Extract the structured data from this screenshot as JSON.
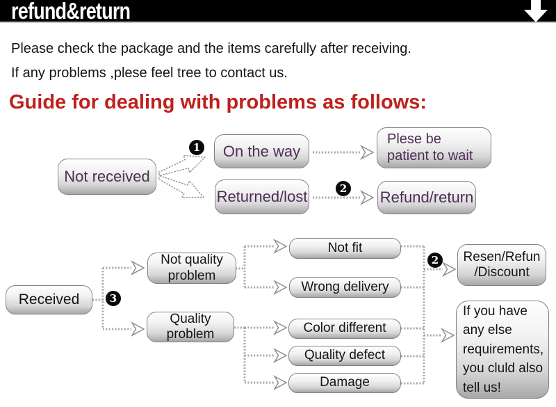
{
  "banner": {
    "title": "refund&return",
    "bg": "#000000",
    "fg": "#ffffff"
  },
  "intro": {
    "line1": "Please check the package and the items carefully after receiving.",
    "line2": "If any problems ,plese feel tree to contact us."
  },
  "heading": {
    "text": "Guide for dealing with problems as follows:",
    "color": "#bf201c"
  },
  "badges": {
    "one": "1",
    "two": "2",
    "three": "3"
  },
  "flow1": {
    "not_received": "Not received",
    "on_the_way": "On the way",
    "returned_lost": "Returned/lost",
    "please_wait": [
      "Plese be",
      "patient to wait"
    ],
    "refund_return": "Refund/return"
  },
  "flow2": {
    "received": "Received",
    "not_quality_problem": [
      "Not quality",
      "problem"
    ],
    "quality_problem": [
      "Quality",
      "problem"
    ],
    "not_fit": "Not fit",
    "wrong_delivery": "Wrong delivery",
    "color_different": "Color different",
    "quality_defect": "Quality defect",
    "damage": "Damage",
    "resend_refund_discount": [
      "Resen/Refun",
      "/Discount"
    ],
    "more_requirements": [
      "If you have",
      "any else",
      "requirements,",
      "you cluld also",
      "tell us!"
    ]
  },
  "colors": {
    "flow1_text": "#4e2d55",
    "flow2_text": "#141414",
    "node_border": "#828282",
    "connector": "#a6a6a6",
    "badge_bg": "#0a0a0a",
    "heading_red": "#bf201c"
  }
}
